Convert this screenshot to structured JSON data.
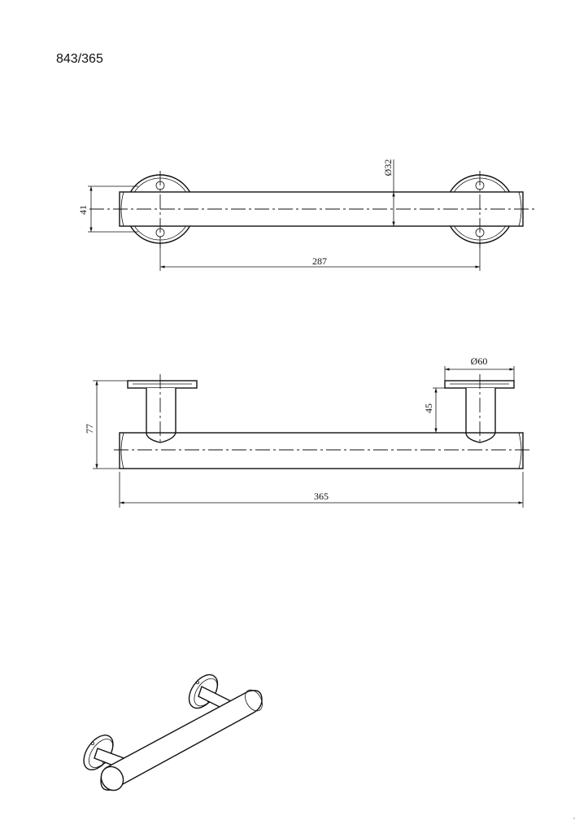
{
  "sheet": {
    "part_number": "843/365"
  },
  "top_view": {
    "dims": {
      "height": "41",
      "tube_diameter": "Ø32",
      "hole_spacing": "287"
    }
  },
  "side_view": {
    "dims": {
      "projection": "77",
      "post_height": "45",
      "flange_diameter": "Ø60",
      "overall_length": "365"
    }
  }
}
